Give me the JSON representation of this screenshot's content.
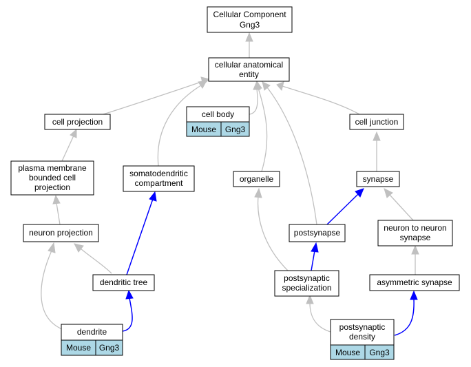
{
  "colors": {
    "annotation_fill": "#add8e6",
    "is_a_edge": "#c0c0c0",
    "part_of_edge": "#0000ff"
  },
  "nodes": {
    "root": {
      "lines": [
        "Cellular Component",
        "Gng3"
      ]
    },
    "cae": {
      "lines": [
        "cellular anatomical",
        "entity"
      ]
    },
    "cell_projection": {
      "lines": [
        "cell projection"
      ]
    },
    "cell_body": {
      "lines": [
        "cell body"
      ],
      "annotation": [
        "Mouse",
        "Gng3"
      ]
    },
    "cell_junction": {
      "lines": [
        "cell junction"
      ]
    },
    "pmbcp": {
      "lines": [
        "plasma membrane",
        "bounded cell",
        "projection"
      ]
    },
    "somatodendritic": {
      "lines": [
        "somatodendritic",
        "compartment"
      ]
    },
    "organelle": {
      "lines": [
        "organelle"
      ]
    },
    "synapse": {
      "lines": [
        "synapse"
      ]
    },
    "neuron_projection": {
      "lines": [
        "neuron projection"
      ]
    },
    "postsynapse": {
      "lines": [
        "postsynapse"
      ]
    },
    "n2n_synapse": {
      "lines": [
        "neuron to neuron",
        "synapse"
      ]
    },
    "dendritic_tree": {
      "lines": [
        "dendritic tree"
      ]
    },
    "ps_spec": {
      "lines": [
        "postsynaptic",
        "specialization"
      ]
    },
    "asym_synapse": {
      "lines": [
        "asymmetric synapse"
      ]
    },
    "dendrite": {
      "lines": [
        "dendrite"
      ],
      "annotation": [
        "Mouse",
        "Gng3"
      ]
    },
    "psd": {
      "lines": [
        "postsynaptic",
        "density"
      ],
      "annotation": [
        "Mouse",
        "Gng3"
      ]
    }
  }
}
